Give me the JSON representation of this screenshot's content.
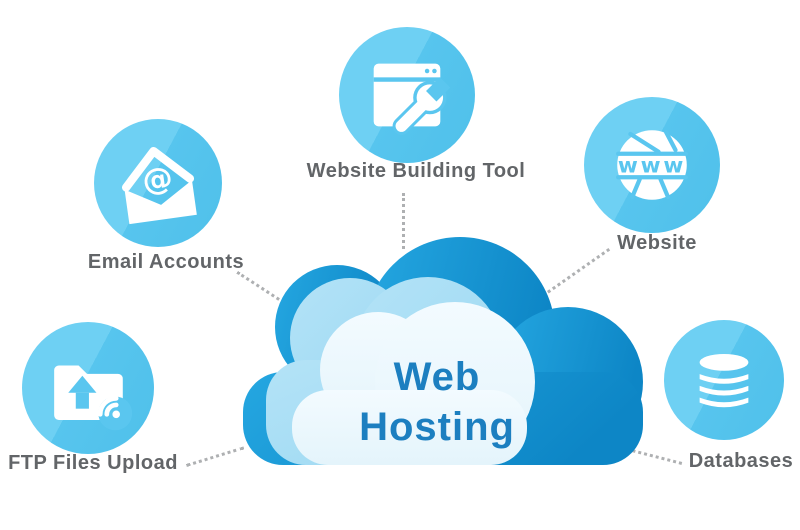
{
  "diagram": {
    "title": {
      "line1": "Web",
      "line2": "Hosting"
    },
    "nodes": [
      {
        "id": "email-accounts",
        "label": "Email Accounts",
        "icon": "email-at-icon",
        "icon_text": "@"
      },
      {
        "id": "website-building-tool",
        "label": "Website Building Tool",
        "icon": "browser-wrench-icon"
      },
      {
        "id": "website",
        "label": "Website",
        "icon": "globe-www-icon",
        "icon_text": "www"
      },
      {
        "id": "ftp-files-upload",
        "label": "FTP Files Upload",
        "icon": "folder-upload-wifi-icon"
      },
      {
        "id": "databases",
        "label": "Databases",
        "icon": "database-icon"
      }
    ],
    "colors": {
      "icon_circle_blue": "#5ac6ef",
      "icon_glyph_white": "#ffffff",
      "cloud_back_blue": "#1795d6",
      "cloud_mid_blue": "#a9def5",
      "cloud_front_white": "#eef9fd",
      "title_text_blue": "#1c7fc0",
      "label_text_gray": "#626568",
      "connector_gray": "#aeb0b2"
    }
  }
}
